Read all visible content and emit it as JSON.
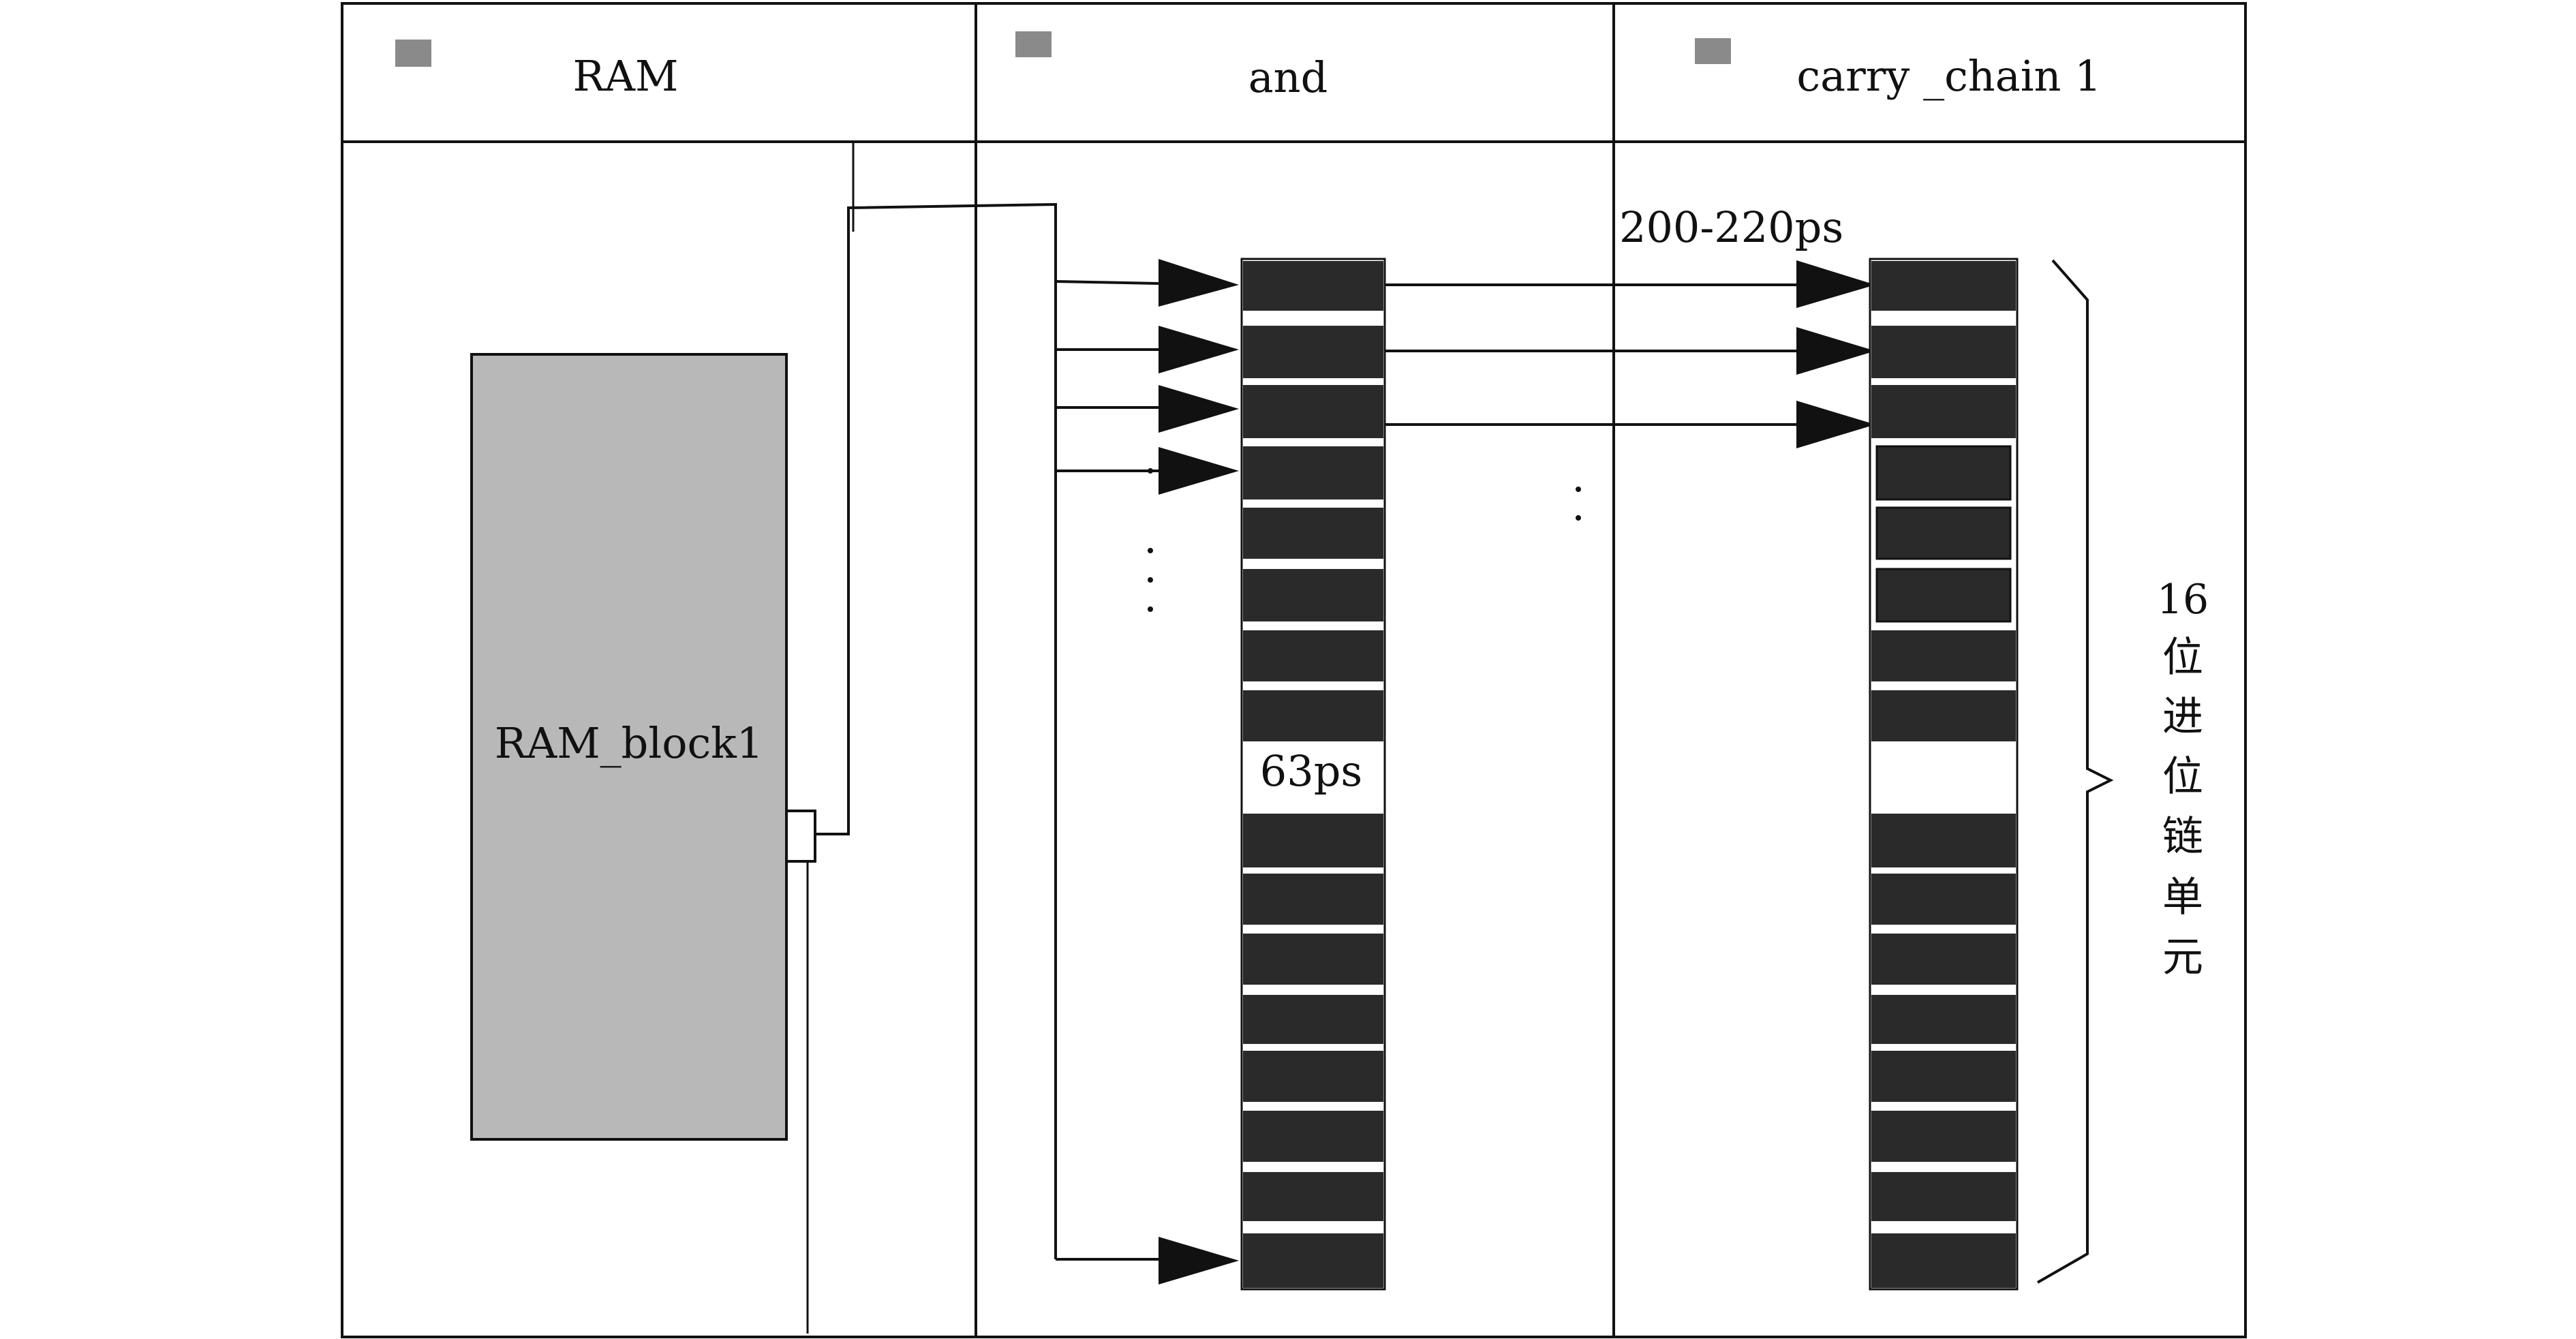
{
  "columns": {
    "ram": "RAM",
    "and": "and",
    "carry": "carry _chain 1"
  },
  "ram_block_label": "RAM_block1",
  "and_gap_label": "63ps",
  "delay_label": "200-220ps",
  "carry_unit_label": [
    "16",
    "位",
    "进",
    "位",
    "链",
    "单",
    "元"
  ],
  "colors": {
    "frame": "#111111",
    "ram_block": "#b8b8b8",
    "cell": "#2a2a2a",
    "header_marker": "#8a8a8a"
  },
  "ellipsis_icons": [
    "vertical-dots-icon",
    "vertical-dots-icon",
    "colon-dots-icon",
    "single-dot-icon"
  ]
}
